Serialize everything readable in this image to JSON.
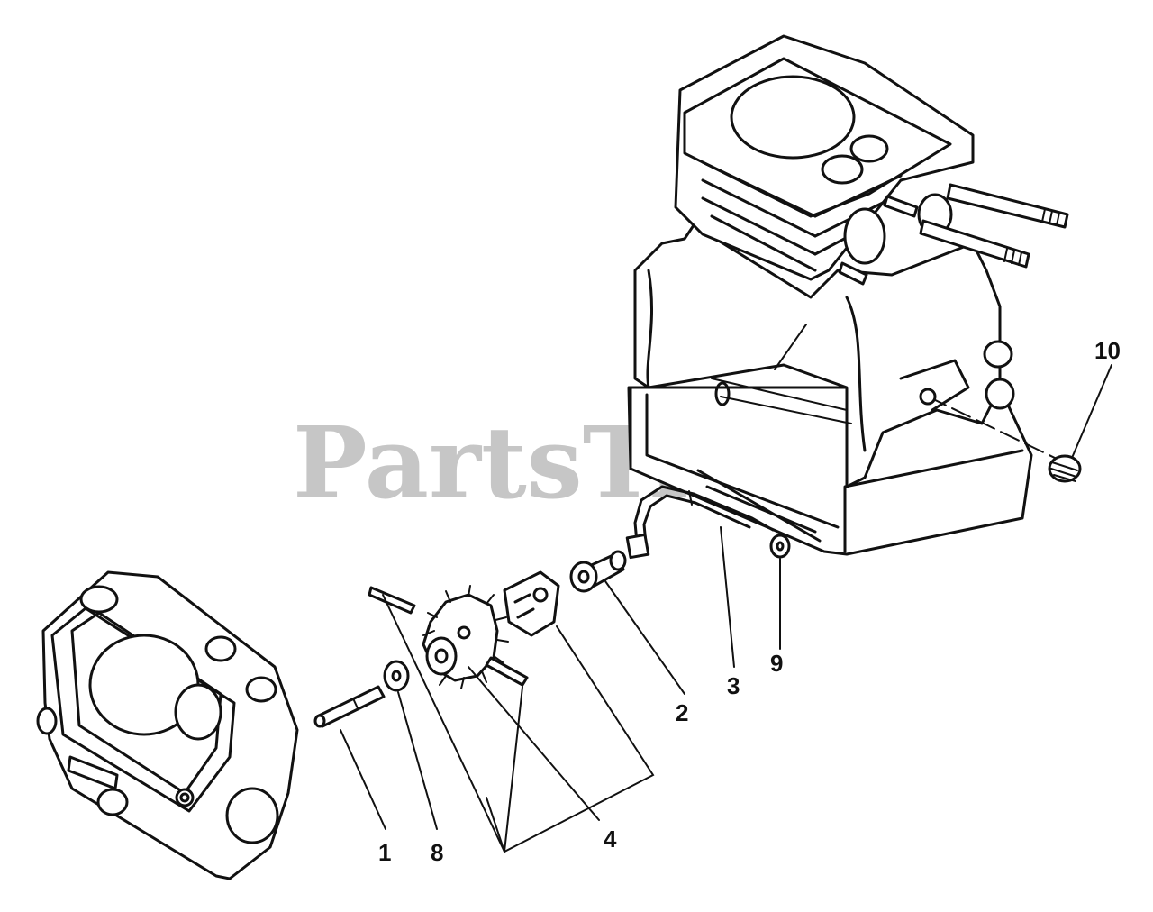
{
  "watermark": {
    "text": "PartsTree",
    "color": "#bdbdbd"
  },
  "callouts": [
    {
      "id": "1",
      "label": "1"
    },
    {
      "id": "2",
      "label": "2"
    },
    {
      "id": "3",
      "label": "3"
    },
    {
      "id": "4",
      "label": "4"
    },
    {
      "id": "8",
      "label": "8"
    },
    {
      "id": "9",
      "label": "9"
    },
    {
      "id": "10",
      "label": "10"
    }
  ],
  "colors": {
    "line": "#111111",
    "background": "#ffffff"
  }
}
